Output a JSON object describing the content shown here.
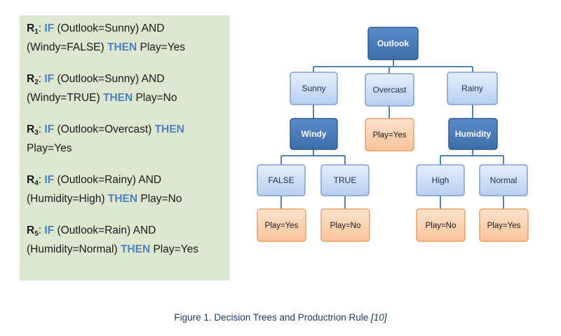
{
  "rules": [
    {
      "id": "R",
      "sub": "1",
      "if_kw": "IF",
      "cond": " (Outlook=Sunny) AND (Windy=FALSE) ",
      "then_kw": "THEN",
      "result": " Play=Yes"
    },
    {
      "id": "R",
      "sub": "2",
      "if_kw": "IF",
      "cond": " (Outlook=Sunny) AND (Windy=TRUE) ",
      "then_kw": "THEN",
      "result": " Play=No"
    },
    {
      "id": "R",
      "sub": "3",
      "if_kw": "IF",
      "cond": " (Outlook=Overcast) ",
      "then_kw": "THEN",
      "result": " Play=Yes"
    },
    {
      "id": "R",
      "sub": "4",
      "if_kw": "IF",
      "cond": " (Outlook=Rainy) AND (Humidity=High) ",
      "then_kw": "THEN",
      "result": " Play=No"
    },
    {
      "id": "R",
      "sub": "5",
      "if_kw": "IF",
      "cond": " (Outlook=Rain) AND (Humidity=Normal) ",
      "then_kw": "THEN",
      "result": " Play=Yes"
    }
  ],
  "tree": {
    "root": "Outlook",
    "level1": [
      "Sunny",
      "Overcast",
      "Rainy"
    ],
    "windy": "Windy",
    "overcast_leaf": "Play=Yes",
    "humidity": "Humidity",
    "level3": [
      "FALSE",
      "TRUE",
      "High",
      "Normal"
    ],
    "leaves": [
      "Play=Yes",
      "Play=No",
      "Play=No",
      "Play=Yes"
    ]
  },
  "colors": {
    "attribute_fill": "#4f81bd",
    "value_fill": "#c6d9f1",
    "leaf_fill": "#fbd4b4",
    "connector": "#4f81bd",
    "keyword": "#4f81bd",
    "rules_bg": "#dde7d0"
  },
  "caption": {
    "text": "Figure 1. Decision Trees and Productrion Rule ",
    "cite": "[10]"
  }
}
